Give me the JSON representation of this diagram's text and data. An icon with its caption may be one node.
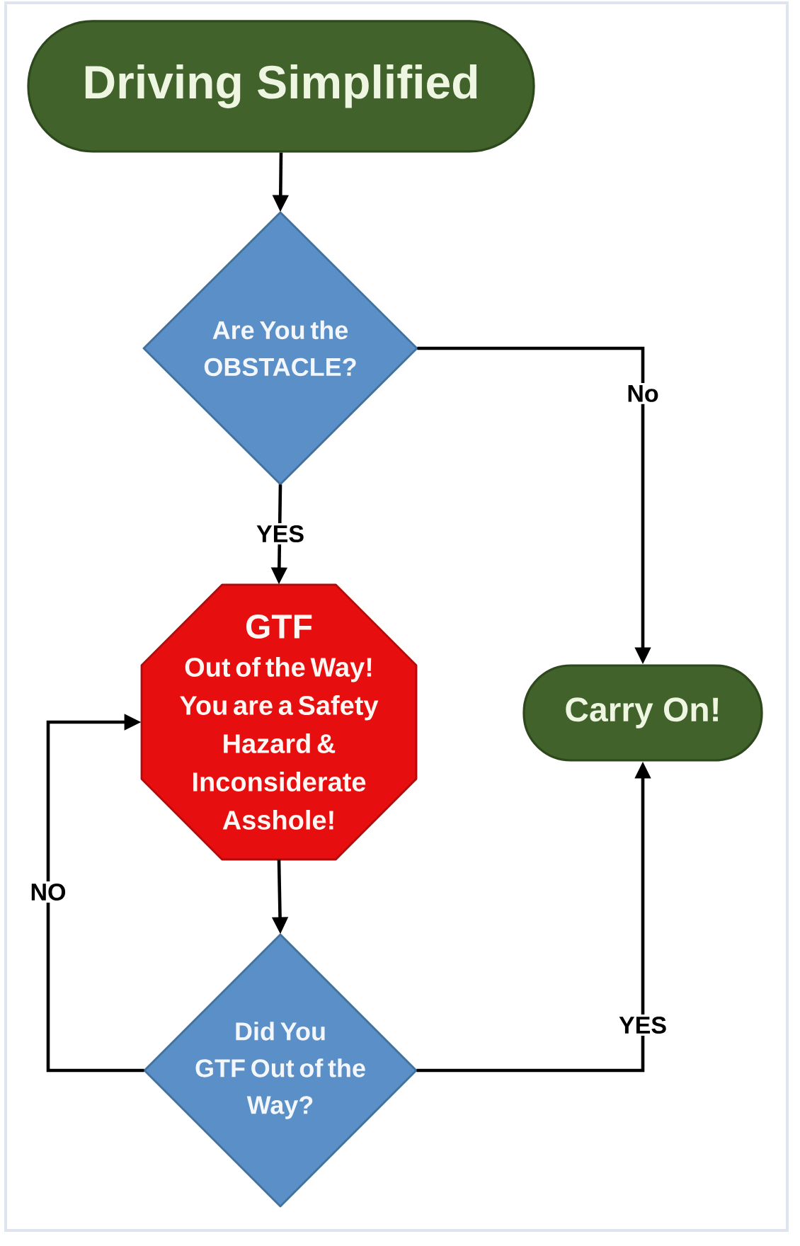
{
  "diagram": {
    "nodes": [
      {
        "text": [
          "Driving Simplified"
        ]
      },
      {
        "text": [
          "Are You the OBSTACLE?"
        ]
      },
      {
        "text": [
          "GTF",
          "Out of the Way! You are a Safety Hazard & Inconsiderate Asshole!"
        ]
      },
      {
        "text": [
          "Did You GTF Out of the Way?"
        ]
      },
      {
        "text": [
          "Carry On!"
        ]
      }
    ],
    "edges": [
      {
        "from": 0,
        "to": 1,
        "arrow": "to"
      },
      {
        "from": 1,
        "to": 2,
        "arrow": "to",
        "label": "YES"
      },
      {
        "from": 1,
        "to": 4,
        "arrow": "to",
        "label": "No"
      },
      {
        "from": 2,
        "to": 3,
        "arrow": "to"
      },
      {
        "from": 3,
        "to": 2,
        "arrow": "to",
        "label": "NO"
      },
      {
        "from": 3,
        "to": 4,
        "arrow": "to",
        "label": "YES"
      }
    ]
  }
}
